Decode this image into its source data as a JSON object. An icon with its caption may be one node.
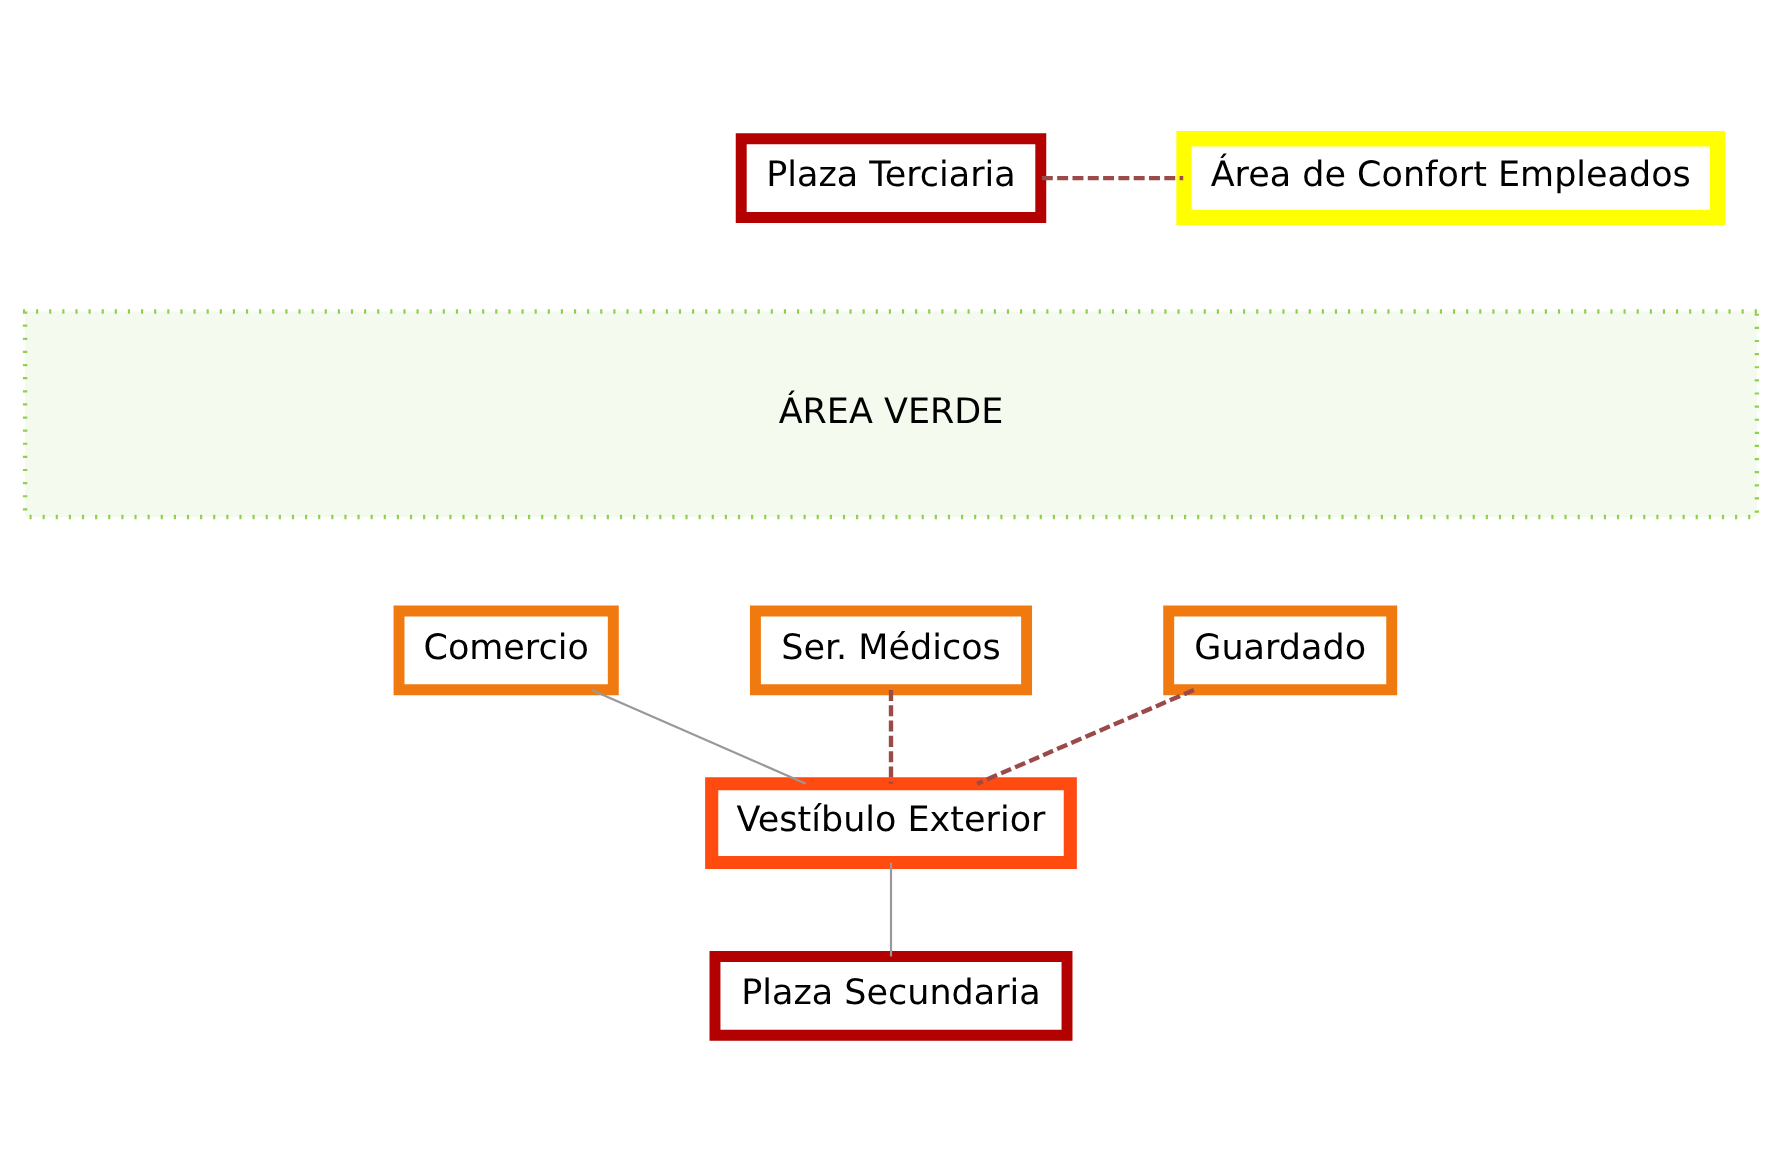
{
  "diagram": {
    "nodes": [
      {
        "text": [
          "Plaza Terciaria"
        ]
      },
      {
        "text": [
          "Área de Confort Empleados"
        ]
      },
      {
        "text": [
          "ÁREA VERDE"
        ]
      },
      {
        "text": [
          "Comercio"
        ]
      },
      {
        "text": [
          "Ser. Médicos"
        ]
      },
      {
        "text": [
          "Guardado"
        ]
      },
      {
        "text": [
          "Vestíbulo Exterior"
        ]
      },
      {
        "text": [
          "Plaza Secundaria"
        ]
      }
    ],
    "edges": [
      {
        "from": 0,
        "to": 1,
        "arrow": "none",
        "style": "dashed"
      },
      {
        "from": 3,
        "to": 6,
        "arrow": "none",
        "color": "#999999"
      },
      {
        "from": 4,
        "to": 6,
        "arrow": "none",
        "style": "dashed"
      },
      {
        "from": 5,
        "to": 6,
        "arrow": "none",
        "style": "dashed"
      },
      {
        "from": 6,
        "to": 7,
        "arrow": "none",
        "color": "#999999"
      }
    ]
  }
}
